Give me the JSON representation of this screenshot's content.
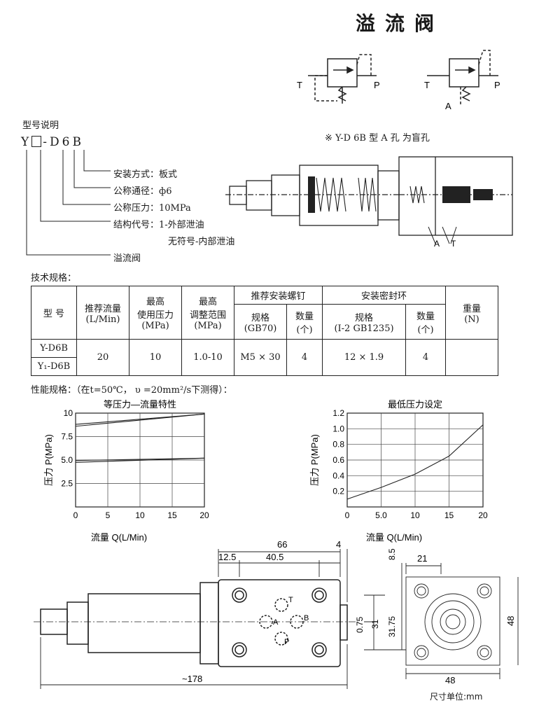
{
  "title": "溢流阀",
  "symbols": {
    "left": {
      "t": "T",
      "p": "P"
    },
    "right": {
      "t": "T",
      "p": "P",
      "a": "A"
    },
    "note": "※ Y-D 6B 型 A 孔 为盲孔"
  },
  "model": {
    "heading": "型号说明",
    "code_chars": [
      "Y",
      "□",
      "-",
      "D",
      "6",
      "B"
    ],
    "annotations": [
      {
        "label": "安装方式：",
        "value": "板式"
      },
      {
        "label": "公称通径：",
        "value": "ф6"
      },
      {
        "label": "公称压力：",
        "value": "10MPa"
      },
      {
        "label": "结构代号：",
        "value": "1-外部泄油"
      },
      {
        "label": "",
        "value": "无符号-内部泄油"
      },
      {
        "label": "溢流阀",
        "value": ""
      }
    ]
  },
  "section_view": {
    "a": "A",
    "t": "T"
  },
  "spec": {
    "heading": "技术规格：",
    "headers": {
      "model": "型 号",
      "flow": "推荐流量",
      "flow_unit": "(L/Min)",
      "max_pressure": "最高",
      "max_pressure2": "使用压力",
      "max_pressure_unit": "(MPa)",
      "adj_range": "最高",
      "adj_range2": "调整范围",
      "adj_range_unit": "(MPa)",
      "screws": "推荐安装螺钉",
      "screw_spec": "规格",
      "screw_spec_unit": "(GB70)",
      "screw_qty": "数量",
      "screw_qty_unit": "(个)",
      "seal": "安装密封环",
      "seal_spec": "规格",
      "seal_spec_unit": "(I-2 GB1235)",
      "seal_qty": "数量",
      "seal_qty_unit": "(个)",
      "weight": "重量",
      "weight_unit": "(N)"
    },
    "rows": {
      "model1": "Y-D6B",
      "model2": "Y₁-D6B",
      "flow": "20",
      "max_pressure": "10",
      "adj_range": "1.0-10",
      "screw_spec": "M5 × 30",
      "screw_qty": "4",
      "seal_spec": "12 × 1.9",
      "seal_qty": "4",
      "weight": ""
    }
  },
  "performance_heading": "性能规格：（在t=50℃， υ =20mm²/s下测得）：",
  "chart_data": [
    {
      "type": "line",
      "title": "等压力—流量特性",
      "xlabel": "流量 Q(L/Min)",
      "ylabel": "压力 P(MPa)",
      "xlim": [
        0,
        20
      ],
      "ylim": [
        0,
        10
      ],
      "x_ticks": [
        "0",
        "5",
        "10",
        "15",
        "20"
      ],
      "y_ticks": [
        "2.5",
        "5.0",
        "7.5",
        "10"
      ],
      "grid": true,
      "series": [
        {
          "x": [
            0,
            20
          ],
          "y": [
            8.6,
            9.9
          ]
        },
        {
          "x": [
            0,
            20
          ],
          "y": [
            8.8,
            9.9
          ]
        },
        {
          "x": [
            0,
            20
          ],
          "y": [
            4.75,
            5.2
          ]
        },
        {
          "x": [
            0,
            20
          ],
          "y": [
            4.95,
            5.2
          ]
        }
      ]
    },
    {
      "type": "line",
      "title": "最低压力设定",
      "xlabel": "流量 Q(L/Min)",
      "ylabel": "压力 P(MPa)",
      "xlim": [
        0,
        20
      ],
      "ylim": [
        0,
        1.2
      ],
      "x_ticks": [
        "0",
        "5.0",
        "10",
        "15",
        "20"
      ],
      "y_ticks": [
        "0.2",
        "0.4",
        "0.6",
        "0.8",
        "1.0",
        "1.2"
      ],
      "grid": true,
      "series": [
        {
          "x": [
            0,
            5,
            10,
            15,
            20
          ],
          "y": [
            0.1,
            0.25,
            0.42,
            0.65,
            1.05
          ]
        }
      ]
    }
  ],
  "dimensions": {
    "d66": "66",
    "d4": "4",
    "d12_5": "12.5",
    "d40_5": "40.5",
    "d8_5": "8.5",
    "d21": "21",
    "d0_75": "0.75",
    "d31": "31",
    "d31_75": "31.75",
    "d48_side": "48",
    "d48_bottom": "48",
    "d178": "~178",
    "port_t": "T",
    "port_a": "A",
    "port_b": "B",
    "port_p": "P",
    "unit": "尺寸单位:mm"
  }
}
